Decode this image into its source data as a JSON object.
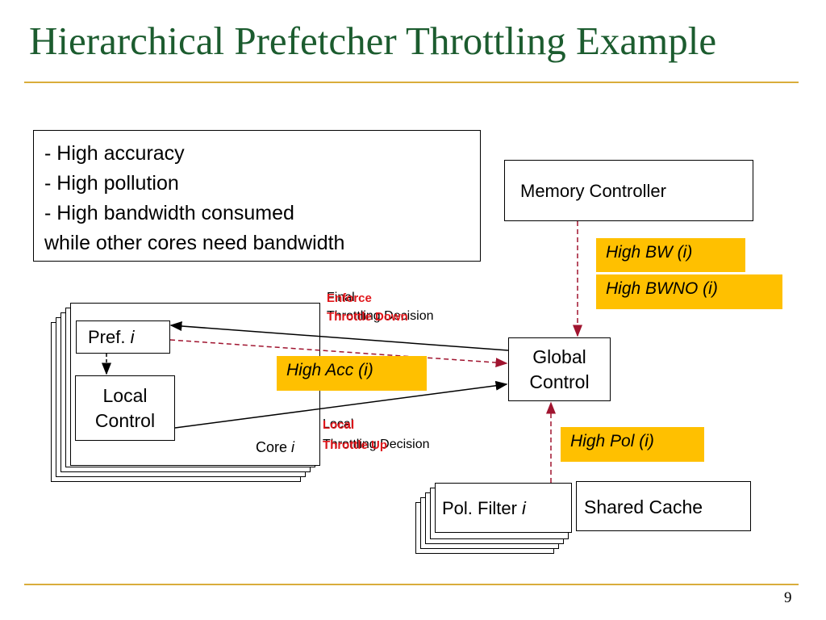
{
  "slide": {
    "title": "Hierarchical Prefetcher Throttling Example",
    "page_number": "9"
  },
  "conditions": [
    "- High accuracy",
    "- High pollution",
    "- High bandwidth consumed",
    "while other cores need bandwidth"
  ],
  "memory_controller": "Memory Controller",
  "global_control": {
    "line1": "Global",
    "line2": "Control"
  },
  "prefetcher": {
    "label": "Pref.",
    "index": "i"
  },
  "local_control": {
    "line1": "Local",
    "line2": "Control"
  },
  "core": {
    "label": "Core",
    "index": "i"
  },
  "pol_filter": {
    "label": "Pol. Filter",
    "index": "i"
  },
  "shared_cache": "Shared Cache",
  "metrics": {
    "high_bw": "High BW (i)",
    "high_bwno": "High BWNO (i)",
    "high_acc": "High Acc (i)",
    "high_pol": "High Pol (i)"
  },
  "final_decision": {
    "overlay_line1": "Enforce",
    "overlay_line2": "Throttle Down",
    "under_line1": "Final",
    "under_line2": "Throttling Decision"
  },
  "local_decision": {
    "overlay_line1": "Local",
    "overlay_line2": "Throttle Up",
    "under_line1": "Local",
    "under_line2": "Throttling Decision"
  }
}
